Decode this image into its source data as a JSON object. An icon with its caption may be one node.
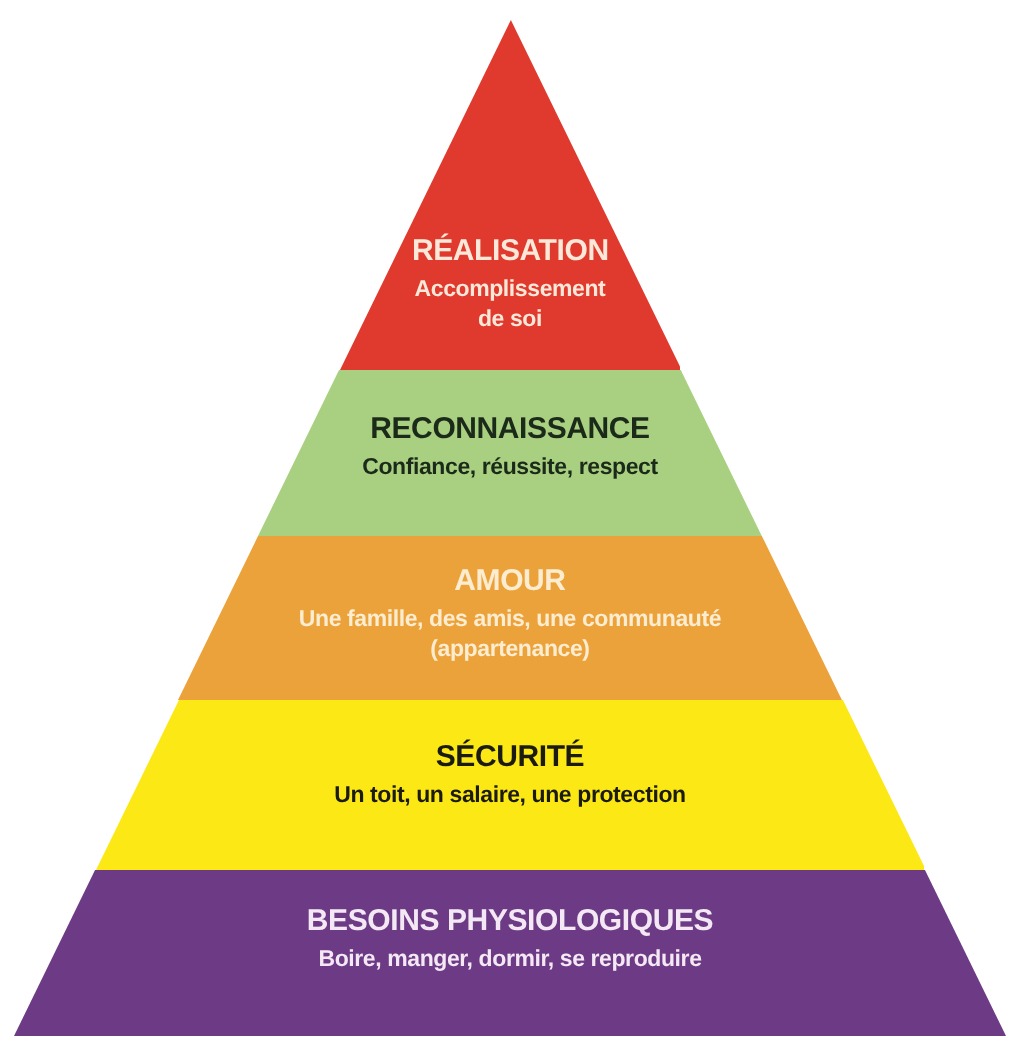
{
  "diagram": {
    "nodes": [
      {
        "text": [
          "RÉALISATION",
          "Accomplissement de soi"
        ]
      },
      {
        "text": [
          "RECONNAISSANCE",
          "Confiance, réussite, respect"
        ]
      },
      {
        "text": [
          "AMOUR",
          "Une famille, des amis, une communauté (appartenance)"
        ]
      },
      {
        "text": [
          "SÉCURITÉ",
          "Un toit, un salaire, une protection"
        ]
      },
      {
        "text": [
          "BESOINS PHYSIOLOGIQUES",
          "Boire, manger, dormir, se reproduire"
        ]
      }
    ]
  }
}
